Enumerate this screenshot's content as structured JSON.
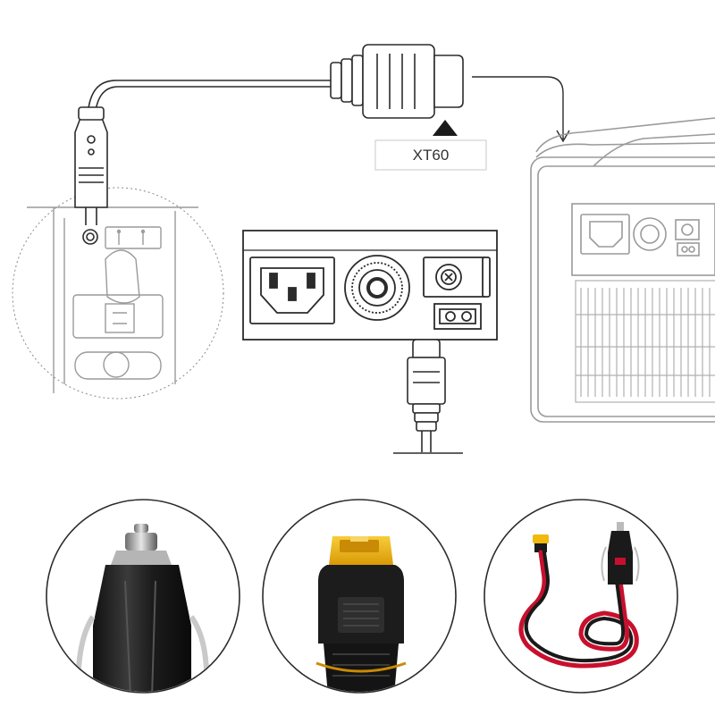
{
  "diagram": {
    "connector_label": "XT60",
    "colors": {
      "line_art": "#2b2b2b",
      "light_line_art": "#9a9a9a",
      "cable_red": "#c8102e",
      "cable_black": "#1a1a1a",
      "connector_yellow": "#f2b90f"
    }
  },
  "photos": [
    {
      "subject": "cigarette-lighter-plug-closeup"
    },
    {
      "subject": "xt60-connector-closeup"
    },
    {
      "subject": "red-black-cable-with-xt60-and-car-plug"
    }
  ]
}
